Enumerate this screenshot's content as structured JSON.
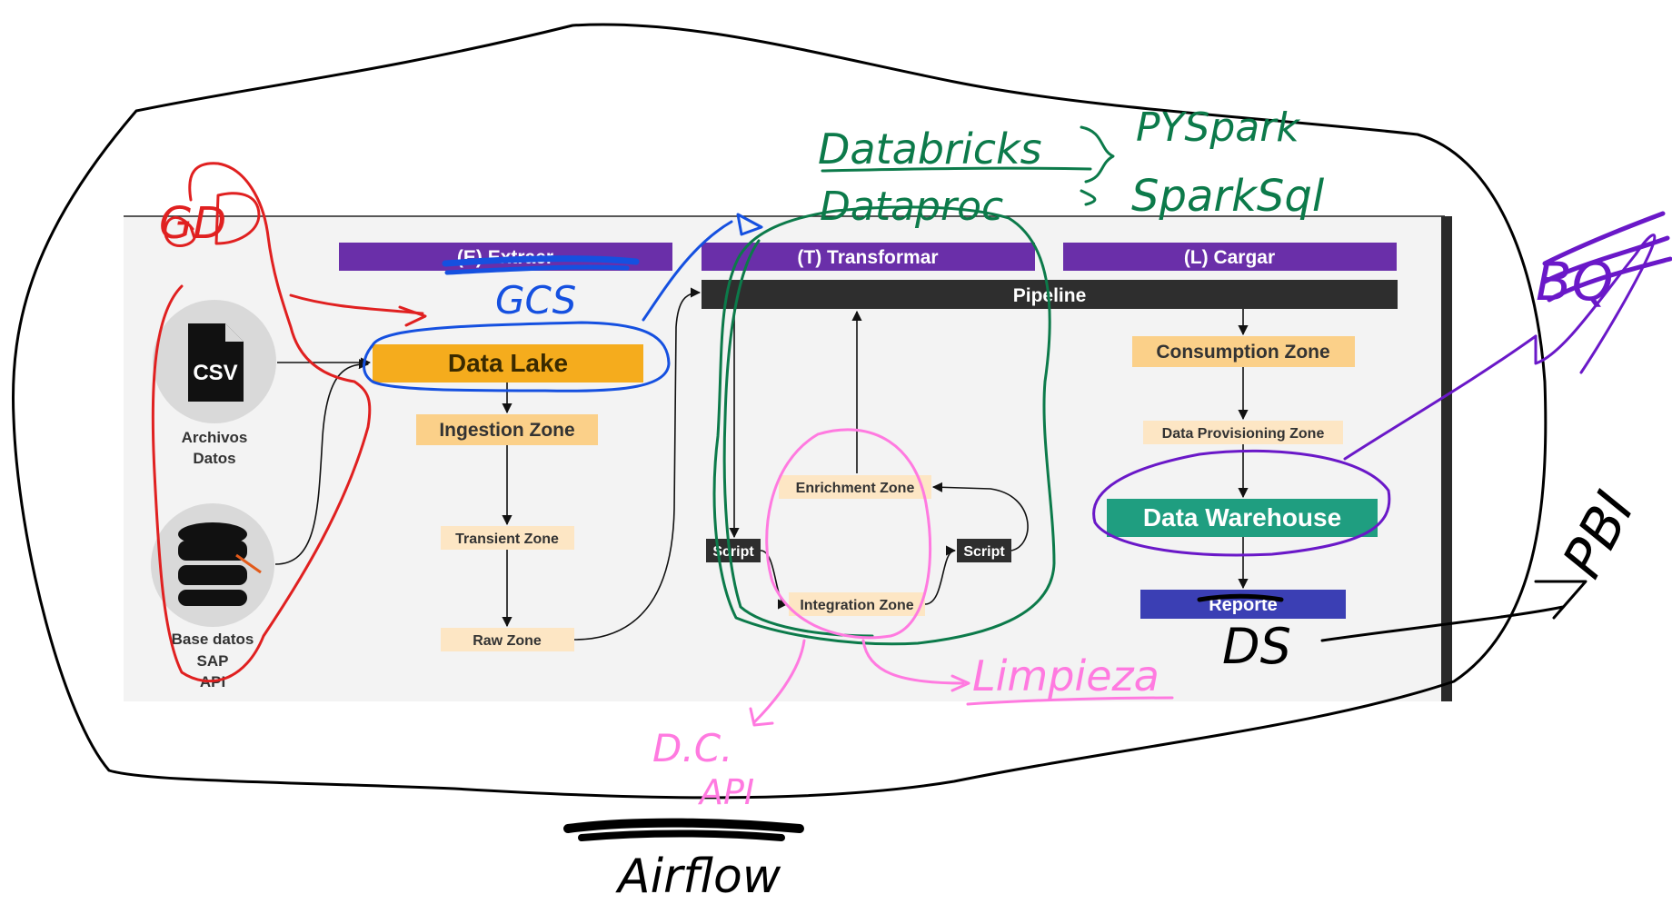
{
  "colors": {
    "panel_bg": "#f3f3f3",
    "phase_header": "#6a2fa9",
    "pipeline_bar": "#2e2e2e",
    "data_lake": "#f5ac1d",
    "zone_light": "#fbe0a6",
    "zone_pale": "#fdeed4",
    "data_warehouse": "#1f9e80",
    "reporte": "#3b3fb4",
    "script": "#2e2e2e",
    "ink_red": "#e02020",
    "ink_blue": "#1550e0",
    "ink_green": "#0c7a4a",
    "ink_pink": "#ff7ae0",
    "ink_purple": "#6a18c8",
    "ink_black": "#000000"
  },
  "phases": {
    "extract": "(E) Extraer",
    "transform": "(T) Transformar",
    "load": "(L) Cargar"
  },
  "pipeline": "Pipeline",
  "sources": {
    "csv_icon_text": "CSV",
    "files_line1": "Archivos",
    "files_line2": "Datos",
    "db_line1": "Base datos",
    "db_line2": "SAP",
    "db_line3": "API"
  },
  "extract_zones": {
    "data_lake": "Data Lake",
    "ingestion": "Ingestion Zone",
    "transient": "Transient Zone",
    "raw": "Raw Zone"
  },
  "transform_zones": {
    "enrichment": "Enrichment Zone",
    "integration": "Integration Zone",
    "script_left": "Script",
    "script_right": "Script"
  },
  "load_zones": {
    "consumption": "Consumption Zone",
    "provisioning": "Data Provisioning Zone",
    "warehouse": "Data Warehouse",
    "reporte": "Reporte"
  },
  "annotations": {
    "gd": "GD",
    "gcs": "GCS",
    "databricks": "Databricks",
    "dataproc": "Dataproc",
    "pyspark": "PYSpark",
    "sparksql": "SparkSql",
    "bq": "BQ",
    "pbi": "PBI",
    "ds": "DS",
    "limpieza": "Limpieza",
    "dc": "D.C.",
    "api": "API",
    "airflow": "Airflow"
  }
}
